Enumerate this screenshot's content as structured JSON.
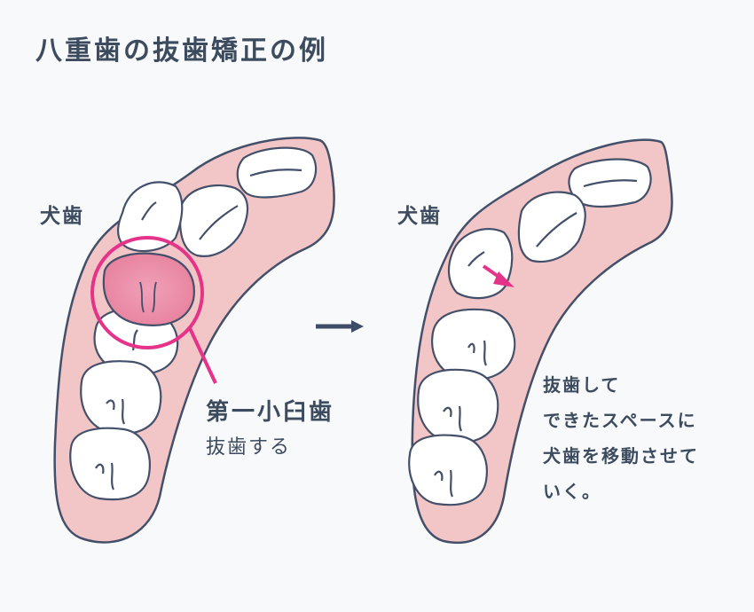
{
  "title": "八重歯の抜歯矯正の例",
  "before": {
    "canine_label": "犬歯",
    "premolar_label": "第一小臼歯",
    "extract_label": "抜歯する"
  },
  "after": {
    "canine_label": "犬歯",
    "description": [
      "抜歯して",
      "できたスペースに",
      "犬歯を移動させて",
      "いく。"
    ]
  },
  "colors": {
    "gum": "#f2c6c6",
    "outline": "#44506a",
    "highlight": "#e5338a",
    "arrow": "#3d4b66"
  }
}
